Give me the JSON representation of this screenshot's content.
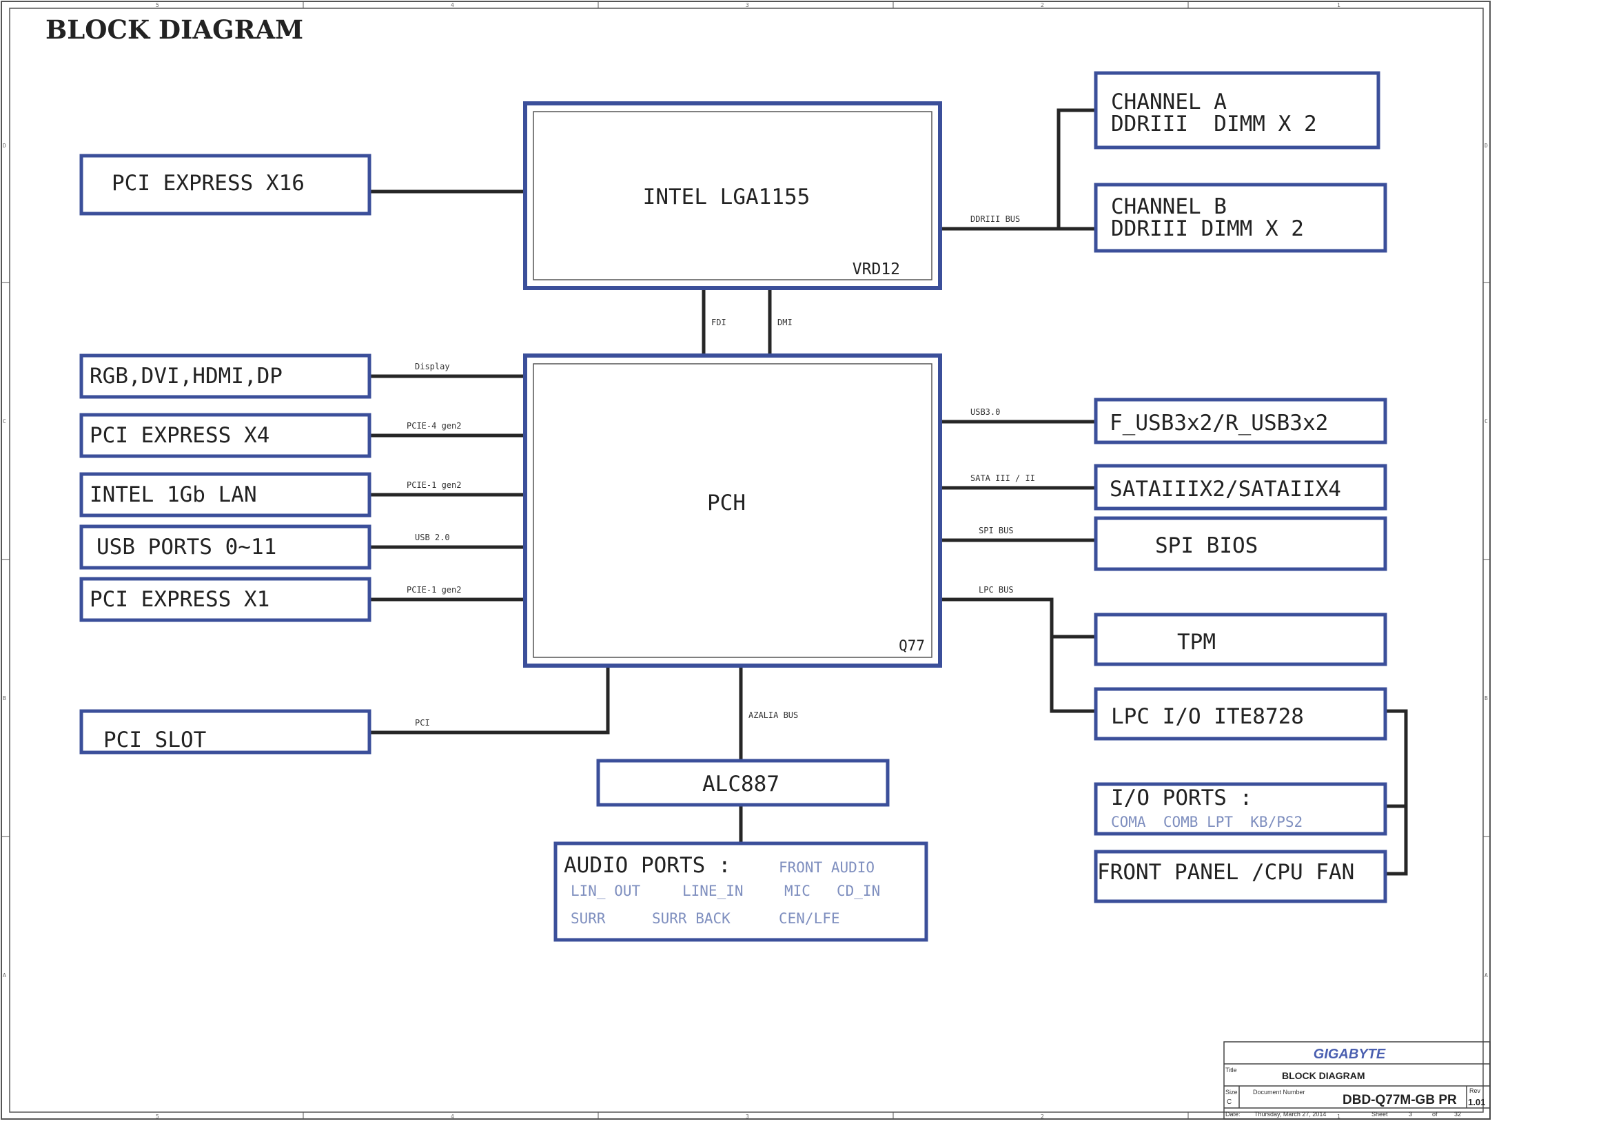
{
  "title": "BLOCK DIAGRAM",
  "colors": {
    "box": "#3b4f9a",
    "line": "#262626",
    "subtext": "#7f8fbf",
    "frame": "#555555"
  },
  "blocks": {
    "cpu": {
      "label": "INTEL LGA1155",
      "corner": "VRD12"
    },
    "pch": {
      "label": "PCH",
      "corner": "Q77"
    },
    "pcie_x16": "PCI EXPRESS X16",
    "display_out": "RGB,DVI,HDMI,DP",
    "pcie_x4": "PCI EXPRESS X4",
    "lan": "INTEL 1Gb LAN",
    "usb_ports": "USB PORTS 0~11",
    "pcie_x1": "PCI EXPRESS X1",
    "pci_slot": "PCI SLOT",
    "channel_a": {
      "line1": "CHANNEL A",
      "line2": "DDRIII  DIMM X 2"
    },
    "channel_b": {
      "line1": "CHANNEL B",
      "line2": "DDRIII DIMM X 2"
    },
    "usb3": "F_USB3x2/R_USB3x2",
    "sata": "SATAIIIX2/SATAIIX4",
    "spi_bios": "SPI BIOS",
    "tpm": "TPM",
    "lpc_io": "LPC I/O ITE8728",
    "io_ports": {
      "label": "I/O PORTS :",
      "sub": "COMA  COMB LPT  KB/PS2"
    },
    "front_panel": "FRONT PANEL /CPU FAN",
    "codec": "ALC887",
    "audio_ports": {
      "label": "AUDIO PORTS :",
      "front": "FRONT AUDIO",
      "row2": [
        "LIN_ OUT",
        "LINE_IN",
        "MIC",
        "CD_IN"
      ],
      "row3": [
        "SURR",
        "SURR BACK",
        "CEN/LFE"
      ]
    }
  },
  "buses": {
    "ddr": "DDRIII BUS",
    "fdi": "FDI",
    "dmi": "DMI",
    "display": "Display",
    "pcie4": "PCIE-4 gen2",
    "pcie1_lan": "PCIE-1 gen2",
    "usb2": "USB 2.0",
    "pcie1_slot": "PCIE-1 gen2",
    "pci": "PCI",
    "usb3": "USB3.0",
    "sata": "SATA III / II",
    "spi": "SPI BUS",
    "lpc": "LPC BUS",
    "azalia": "AZALIA BUS"
  },
  "title_block": {
    "company": "GIGABYTE",
    "title_label": "Title",
    "title": "BLOCK DIAGRAM",
    "size_label": "Size",
    "size": "C",
    "docnum_label": "Document Number",
    "docnum": "DBD-Q77M-GB PR",
    "rev_label": "Rev",
    "rev": "1.01",
    "date_label": "Date:",
    "date": "Thursday, March 27, 2014",
    "sheet_label": "Sheet",
    "sheet": "3",
    "of_label": "of",
    "total": "32"
  },
  "frame_zones": {
    "top": [
      "5",
      "4",
      "3",
      "2",
      "1"
    ],
    "side": [
      "D",
      "C",
      "B",
      "A"
    ]
  }
}
